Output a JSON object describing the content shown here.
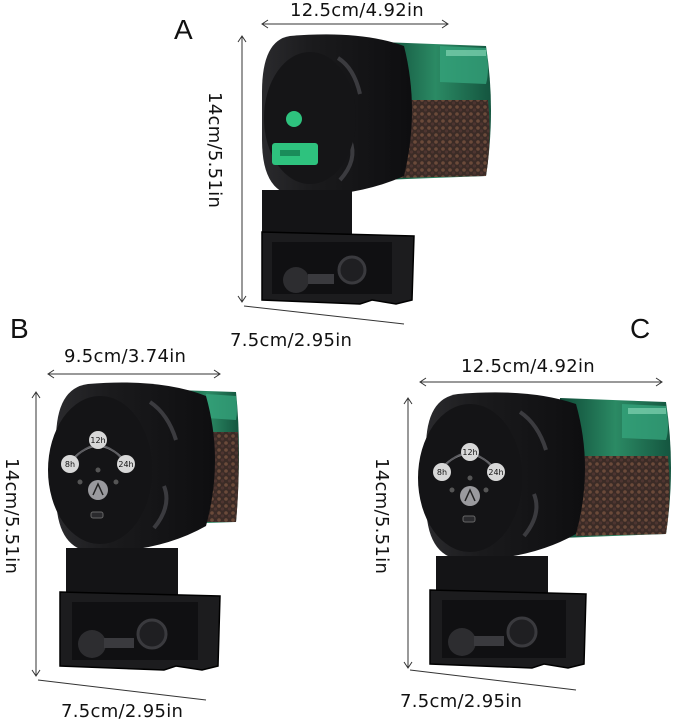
{
  "panels": [
    {
      "letter": "A",
      "width_label": "12.5cm/4.92in",
      "height_label": "14cm/5.51in",
      "base_label": "7.5cm/2.95in"
    },
    {
      "letter": "B",
      "width_label": "9.5cm/3.74in",
      "height_label": "14cm/5.51in",
      "base_label": "7.5cm/2.95in",
      "dial": {
        "left": "8h",
        "top": "12h",
        "right": "24h"
      }
    },
    {
      "letter": "C",
      "width_label": "12.5cm/4.92in",
      "height_label": "14cm/5.51in",
      "base_label": "7.5cm/2.95in",
      "dial": {
        "left": "8h",
        "top": "12h",
        "right": "24h"
      }
    }
  ],
  "colors": {
    "body": "#1b1b1d",
    "body_highlight": "#3a3a3e",
    "hopper": "#1f6e52",
    "accent": "#2ec27e",
    "food": "#3a2a24"
  }
}
